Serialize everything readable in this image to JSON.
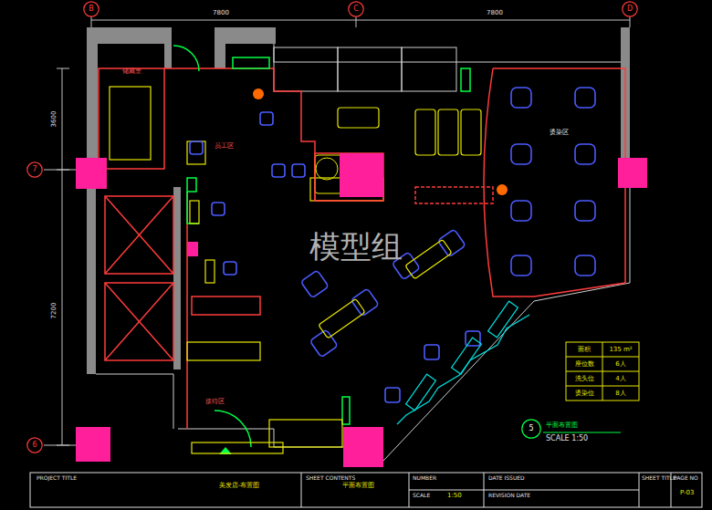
{
  "diagram": {
    "nodes": [
      {
        "text": [
          "B"
        ]
      },
      {
        "text": [
          "C"
        ]
      },
      {
        "text": [
          "D"
        ]
      },
      {
        "text": [
          "7"
        ]
      },
      {
        "text": [
          "6"
        ]
      },
      {
        "text": [
          "5"
        ]
      }
    ],
    "labels": [
      "模型组",
      "7800",
      "7800",
      "3600",
      "7200",
      "储藏室",
      "员工区",
      "烫染区",
      "接待区",
      "面积",
      "135 m²",
      "座位数",
      "6人",
      "洗头位",
      "4人",
      "烫染位",
      "8人",
      "平面布置图",
      "SCALE 1:50",
      "PROJECT TITLE",
      "美发店-布置图",
      "SHEET CONTENTS",
      "平面布置图",
      "NUMBER",
      "SCALE",
      "1:50",
      "DATE ISSUED",
      "REVISION DATE",
      "SHEET TITLE",
      "PAGE NO",
      "P-03"
    ]
  }
}
